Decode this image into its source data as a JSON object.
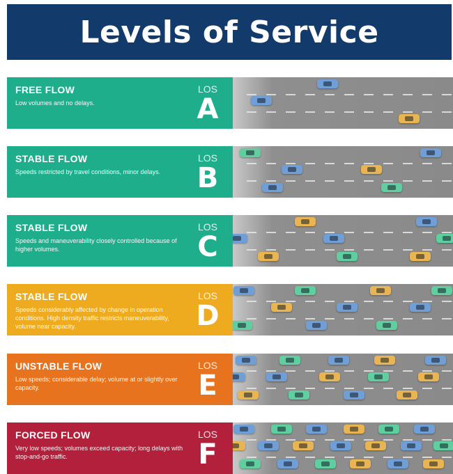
{
  "title": "Levels of Service",
  "levels": [
    {
      "flow": "FREE FLOW",
      "description": "Low volumes and no delays.",
      "los_label": "LOS",
      "grade": "A",
      "color": "#1fae8c",
      "cars": [
        [
          0.43,
          0.12,
          "blue"
        ],
        [
          0.13,
          0.45,
          "blue"
        ],
        [
          0.8,
          0.8,
          "gold"
        ]
      ]
    },
    {
      "flow": "STABLE FLOW",
      "description": "Speeds restricted by travel conditions, minor delays.",
      "los_label": "LOS",
      "grade": "B",
      "color": "#1fae8c",
      "cars": [
        [
          0.08,
          0.12,
          "teal"
        ],
        [
          0.9,
          0.12,
          "blue"
        ],
        [
          0.27,
          0.45,
          "blue"
        ],
        [
          0.63,
          0.45,
          "gold"
        ],
        [
          0.18,
          0.8,
          "blue"
        ],
        [
          0.72,
          0.8,
          "teal"
        ]
      ]
    },
    {
      "flow": "STABLE FLOW",
      "description": "Speeds and maneuverability closely controlled because of higher volumes.",
      "los_label": "LOS",
      "grade": "C",
      "color": "#1fae8c",
      "cars": [
        [
          0.33,
          0.12,
          "gold"
        ],
        [
          0.88,
          0.12,
          "blue"
        ],
        [
          0.02,
          0.45,
          "blue"
        ],
        [
          0.46,
          0.45,
          "blue"
        ],
        [
          0.97,
          0.45,
          "teal"
        ],
        [
          0.16,
          0.8,
          "gold"
        ],
        [
          0.52,
          0.8,
          "teal"
        ],
        [
          0.85,
          0.8,
          "gold"
        ]
      ]
    },
    {
      "flow": "STABLE FLOW",
      "description": "Speeds considerably affected by change in operation conditions. High density traffic restricts maneuverability, volume near capacity.",
      "los_label": "LOS",
      "grade": "D",
      "color": "#efab1f",
      "cars": [
        [
          0.05,
          0.12,
          "blue"
        ],
        [
          0.33,
          0.12,
          "teal"
        ],
        [
          0.67,
          0.12,
          "gold"
        ],
        [
          0.95,
          0.12,
          "teal"
        ],
        [
          0.22,
          0.45,
          "gold"
        ],
        [
          0.52,
          0.45,
          "blue"
        ],
        [
          0.85,
          0.45,
          "blue"
        ],
        [
          0.04,
          0.8,
          "teal"
        ],
        [
          0.38,
          0.8,
          "blue"
        ],
        [
          0.7,
          0.8,
          "teal"
        ]
      ]
    },
    {
      "flow": "UNSTABLE FLOW",
      "description": "Low speeds; considerable delay; volume at or slightly over capacity.",
      "los_label": "LOS",
      "grade": "E",
      "color": "#e8731f",
      "cars": [
        [
          0.06,
          0.12,
          "blue"
        ],
        [
          0.26,
          0.12,
          "teal"
        ],
        [
          0.48,
          0.12,
          "blue"
        ],
        [
          0.69,
          0.12,
          "gold"
        ],
        [
          0.92,
          0.12,
          "blue"
        ],
        [
          0.01,
          0.45,
          "blue"
        ],
        [
          0.2,
          0.45,
          "blue"
        ],
        [
          0.44,
          0.45,
          "gold"
        ],
        [
          0.66,
          0.45,
          "teal"
        ],
        [
          0.89,
          0.45,
          "gold"
        ],
        [
          0.07,
          0.8,
          "gold"
        ],
        [
          0.3,
          0.8,
          "teal"
        ],
        [
          0.55,
          0.8,
          "blue"
        ],
        [
          0.79,
          0.8,
          "gold"
        ]
      ]
    },
    {
      "flow": "FORCED FLOW",
      "description": "Very low speeds; volumes exceed capacity; long delays with stop-and-go traffic.",
      "los_label": "LOS",
      "grade": "F",
      "color": "#b3203c",
      "cars": [
        [
          0.05,
          0.12,
          "blue"
        ],
        [
          0.22,
          0.12,
          "teal"
        ],
        [
          0.38,
          0.12,
          "blue"
        ],
        [
          0.55,
          0.12,
          "gold"
        ],
        [
          0.71,
          0.12,
          "teal"
        ],
        [
          0.87,
          0.12,
          "blue"
        ],
        [
          0.01,
          0.45,
          "gold"
        ],
        [
          0.16,
          0.45,
          "blue"
        ],
        [
          0.32,
          0.45,
          "gold"
        ],
        [
          0.49,
          0.45,
          "blue"
        ],
        [
          0.65,
          0.45,
          "gold"
        ],
        [
          0.81,
          0.45,
          "blue"
        ],
        [
          0.96,
          0.45,
          "teal"
        ],
        [
          0.08,
          0.8,
          "teal"
        ],
        [
          0.25,
          0.8,
          "blue"
        ],
        [
          0.42,
          0.8,
          "teal"
        ],
        [
          0.58,
          0.8,
          "gold"
        ],
        [
          0.75,
          0.8,
          "blue"
        ],
        [
          0.91,
          0.8,
          "gold"
        ]
      ]
    }
  ],
  "car_colors": {
    "blue": "#6f9fd6",
    "teal": "#5fcf9f",
    "gold": "#e9b552"
  }
}
